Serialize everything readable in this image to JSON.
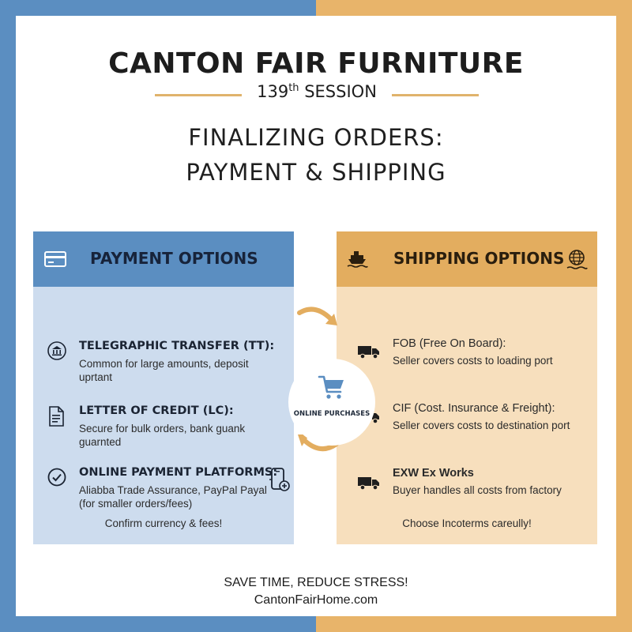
{
  "colors": {
    "left_band": "#5b8ec1",
    "right_band": "#e8b46a",
    "payment_header": "#5b8ec1",
    "payment_panel": "#cddcee",
    "shipping_header": "#e3ad5f",
    "shipping_panel": "#f7dfbd",
    "accent_line": "#e0b36c"
  },
  "header": {
    "title": "CANTON FAIR FURNITURE",
    "session_number": "139",
    "session_suffix": "th",
    "session_word": " SESSION",
    "subtitle_line1": "FINALIZING ORDERS:",
    "subtitle_line2": "PAYMENT & SHIPPING"
  },
  "payment": {
    "title": "PAYMENT OPTIONS",
    "icon": "credit-card-icon",
    "items": [
      {
        "icon": "bank-icon",
        "title": "TELEGRAPHIC TRANSFER (TT):",
        "desc": "Common for large amounts, deposit uprtant"
      },
      {
        "icon": "document-icon",
        "title": "LETTER OF CREDIT (LC):",
        "desc": "Secure for bulk orders, bank guank guarnted"
      },
      {
        "icon": "check-circle-icon",
        "title": "ONLINE PAYMENT PLATFORMS:",
        "desc": "Aliabba Trade Assurance, PayPal Payal (for smaller orders/fees)",
        "extra_icon": "mobile-payment-icon"
      }
    ],
    "footer": "Confirm currency & fees!"
  },
  "shipping": {
    "title": "SHIPPING OPTIONS",
    "icons": [
      "ship-icon",
      "globe-icon"
    ],
    "items": [
      {
        "icon": "truck-icon",
        "title": "FOB (Free On Board):",
        "desc": "Seller covers costs to loading port"
      },
      {
        "icon": "truck-icon",
        "title": "CIF (Cost. Insurance & Freight):",
        "desc": "Seller covers costs to destination port"
      },
      {
        "icon": "truck-icon",
        "title": "EXW Ex Works",
        "desc": "Buyer handles all costs from factory"
      }
    ],
    "footer": "Choose Incoterms careully!"
  },
  "hub": {
    "label": "ONLINE PURCHASES",
    "icon": "shopping-cart-icon"
  },
  "footer": {
    "tagline": "SAVE TIME, REDUCE STRESS!",
    "website": "CantonFairHome.com"
  }
}
